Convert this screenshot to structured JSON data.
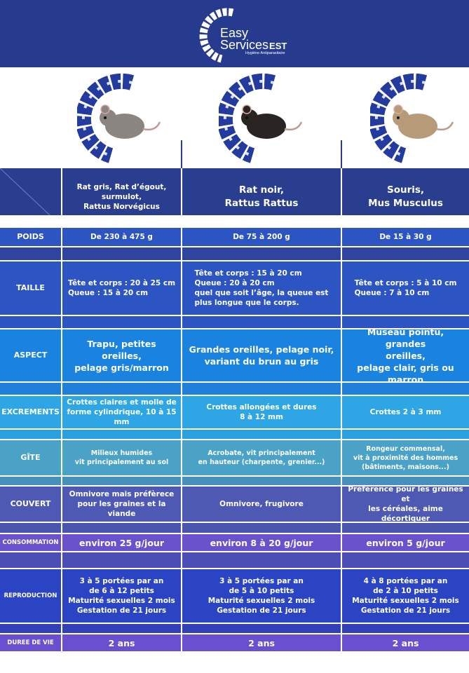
{
  "brand": {
    "line1": "Easy",
    "line2": "Services",
    "line2_suffix": "EST",
    "tagline": "Hygiène Antiparasitaire"
  },
  "colors": {
    "header": "#263b8e",
    "navy": "#2a3e8f",
    "royal": "#2d54c3",
    "azure": "#1a83e0",
    "sky": "#2ea6e6",
    "teal": "#4aa3c6",
    "indigo": "#4e59b3",
    "violet": "#6a52cc",
    "blue": "#2b44c4",
    "purple": "#6a4fd0"
  },
  "animals": [
    "rat-gris-icon",
    "rat-noir-icon",
    "souris-icon"
  ],
  "columns": [
    {
      "name": "Rat gris, Rat d’égout,\nsurmulot,\nRattus Norvégicus"
    },
    {
      "name": "Rat noir,\nRattus Rattus"
    },
    {
      "name": "Souris,\nMus Musculus"
    }
  ],
  "rows": [
    {
      "label": "POIDS",
      "values": [
        "De 230 à 475 g",
        "De 75 à 200 g",
        "De 15 à 30 g"
      ]
    },
    {
      "label": "TAILLE",
      "values": [
        "Tête et corps : 20 à 25 cm\nQueue : 15 à 20 cm",
        "Tête et corps : 15 à 20 cm\nQueue : 20 à 20 cm\nquel que soit l’âge, la queue est\nplus longue que le corps.",
        "Tête et corps : 5 à 10 cm\nQueue : 7 à 10 cm"
      ]
    },
    {
      "label": "ASPECT",
      "values": [
        "Trapu, petites oreilles,\npelage gris/marron",
        "Grandes oreilles, pelage noir,\nvariant du brun au gris",
        "Museau pointu, grandes\noreilles,\npelage clair, gris ou marron"
      ]
    },
    {
      "label": "EXCREMENTS",
      "values": [
        "Crottes claires et molle de\nforme cylindrique, 10 à 15 mm",
        "Crottes allongées et dures\n8 à 12 mm",
        "Crottes 2 à 3 mm"
      ]
    },
    {
      "label": "GÎTE",
      "values": [
        "Milieux humides\nvit principalement au sol",
        "Acrobate, vit principalement\nen hauteur (charpente, grenier...)",
        "Rongeur commensal,\nvit à proximité des hommes\n(bâtiments, maisons...)"
      ]
    },
    {
      "label": "COUVERT",
      "values": [
        "Omnivore mais préfèrece\npour les graines et la viande",
        "Omnivore, frugivore",
        "Préférence pour les graines et\nles céréales, aime décortiquer"
      ]
    },
    {
      "label": "CONSOMMATION",
      "values": [
        "environ 25 g/jour",
        "environ 8 à 20 g/jour",
        "environ 5 g/jour"
      ]
    },
    {
      "label": "REPRODUCTION",
      "values": [
        "3 à 5 portées par an\nde 6 à 12 petits\nMaturité sexuelles 2 mois\nGestation de 21 jours",
        "3 à 5 portées par an\nde 5 à 10 petits\nMaturité sexuelles 2 mois\nGestation de 21 jours",
        "4 à 8 portées par an\nde 2 à 10 petits\nMaturité sexuelles 2 mois\nGestation de 21 jours"
      ]
    },
    {
      "label": "DUREE DE VIE",
      "values": [
        "2 ans",
        "2 ans",
        "2 ans"
      ]
    }
  ]
}
